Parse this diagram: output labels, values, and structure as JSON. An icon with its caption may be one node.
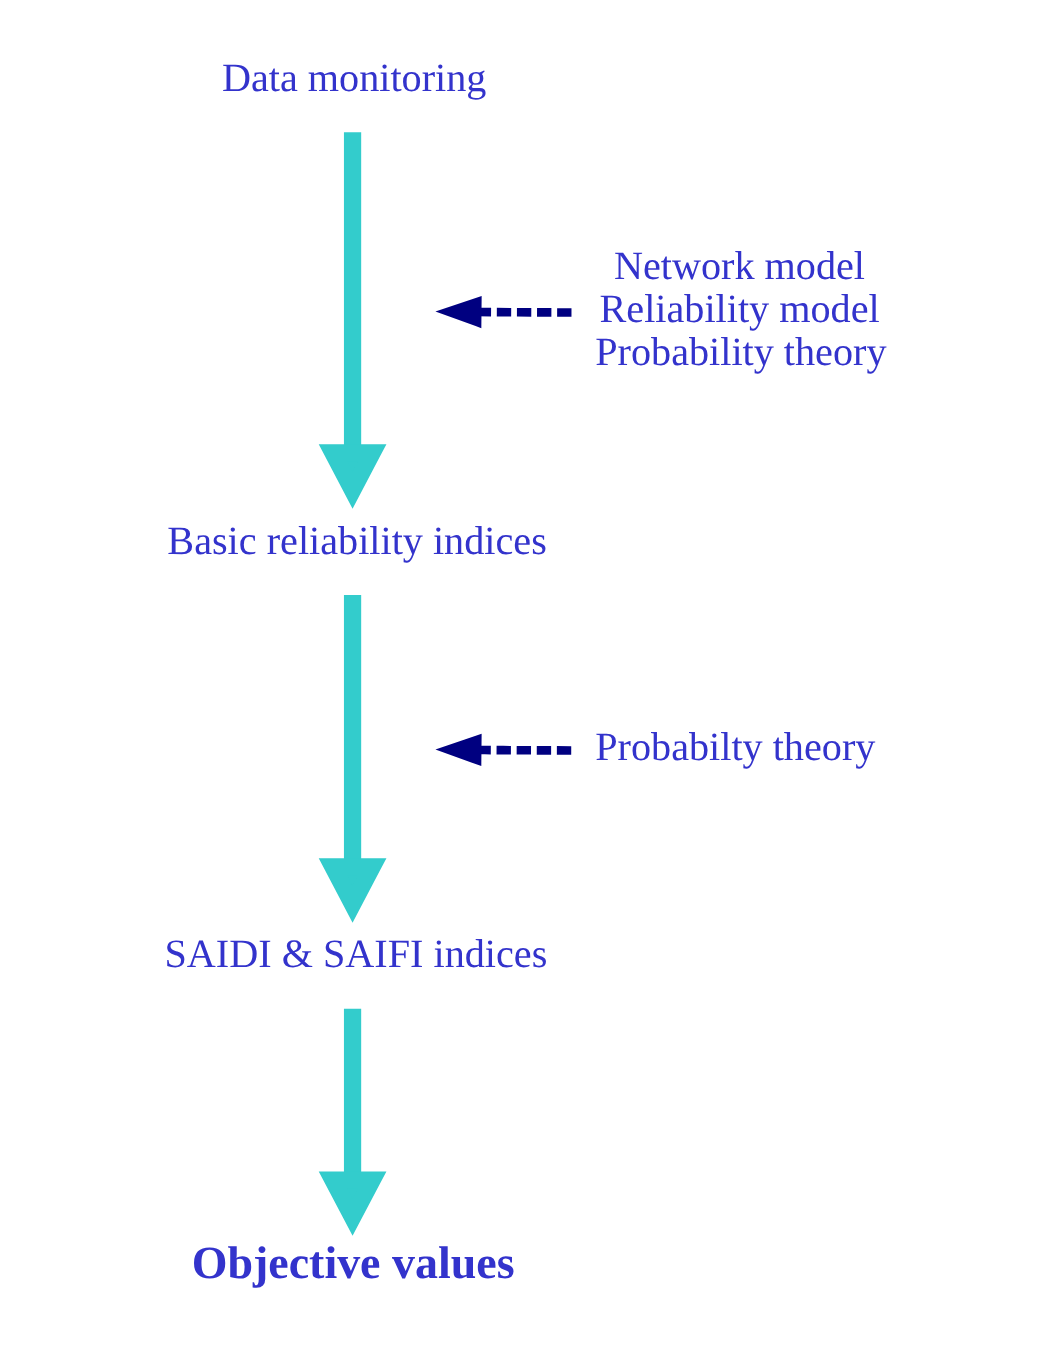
{
  "diagram": {
    "nodes": [
      {
        "text": [
          "Data monitoring"
        ]
      },
      {
        "text": [
          "Basic reliability indices"
        ]
      },
      {
        "text": [
          "SAIDI & SAIFI indices"
        ]
      },
      {
        "text": [
          "Objective values"
        ]
      },
      {
        "text": [
          "Network model",
          "Reliability model",
          "Probability theory"
        ]
      },
      {
        "text": [
          "Probabilty theory"
        ]
      }
    ],
    "edges": [
      {
        "from": 0,
        "to": 1,
        "arrow": "to"
      },
      {
        "from": 1,
        "to": 2,
        "arrow": "to"
      },
      {
        "from": 2,
        "to": 3,
        "arrow": "to"
      },
      {
        "from": 4,
        "to": null,
        "arrow": "to",
        "style": "dashed",
        "color": "#000080"
      },
      {
        "from": 5,
        "to": null,
        "arrow": "to",
        "style": "dashed",
        "color": "#000080"
      }
    ]
  }
}
